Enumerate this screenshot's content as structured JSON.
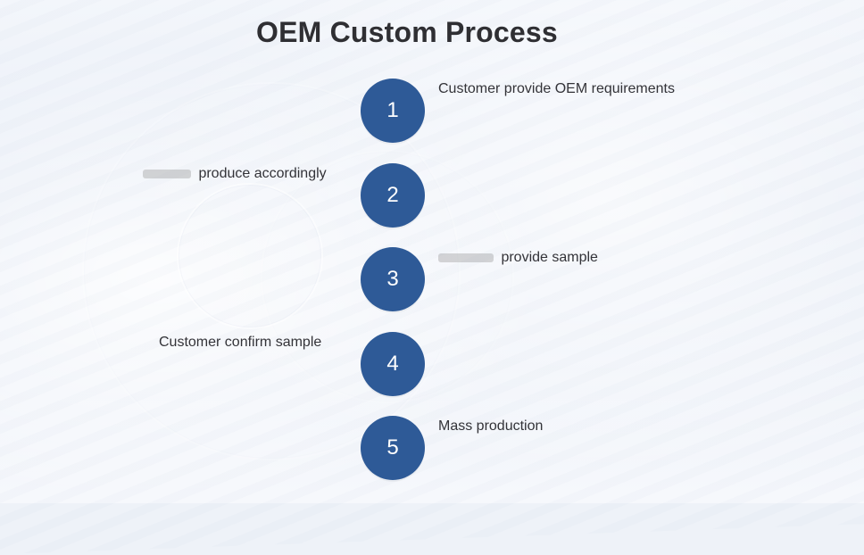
{
  "title": "OEM Custom Process",
  "steps": [
    {
      "number": "1",
      "label": "Customer provide OEM requirements"
    },
    {
      "number": "2",
      "label": "produce accordingly"
    },
    {
      "number": "3",
      "label": "provide sample"
    },
    {
      "number": "4",
      "label": "Customer confirm sample"
    },
    {
      "number": "5",
      "label": "Mass production"
    }
  ],
  "colors": {
    "accent_circle": "#2e5a97",
    "text_dark": "#2f2f33"
  }
}
